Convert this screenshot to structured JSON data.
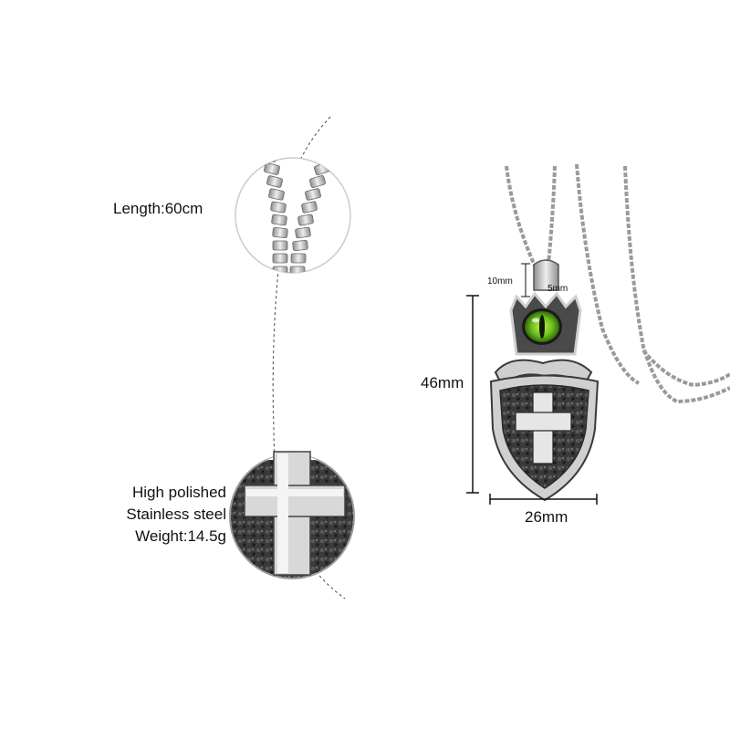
{
  "specs": {
    "length": "Length:60cm",
    "finish": "High polished",
    "material": "Stainless steel",
    "weight": "Weight:14.5g"
  },
  "dimensions": {
    "height": "46mm",
    "width": "26mm",
    "crown_height": "10mm",
    "bail_width": "5mm"
  },
  "colors": {
    "eye": "#6fbf1e",
    "steel": "#c9c9c9",
    "oxidized": "#2a2a2a",
    "guide_line": "#555555"
  }
}
